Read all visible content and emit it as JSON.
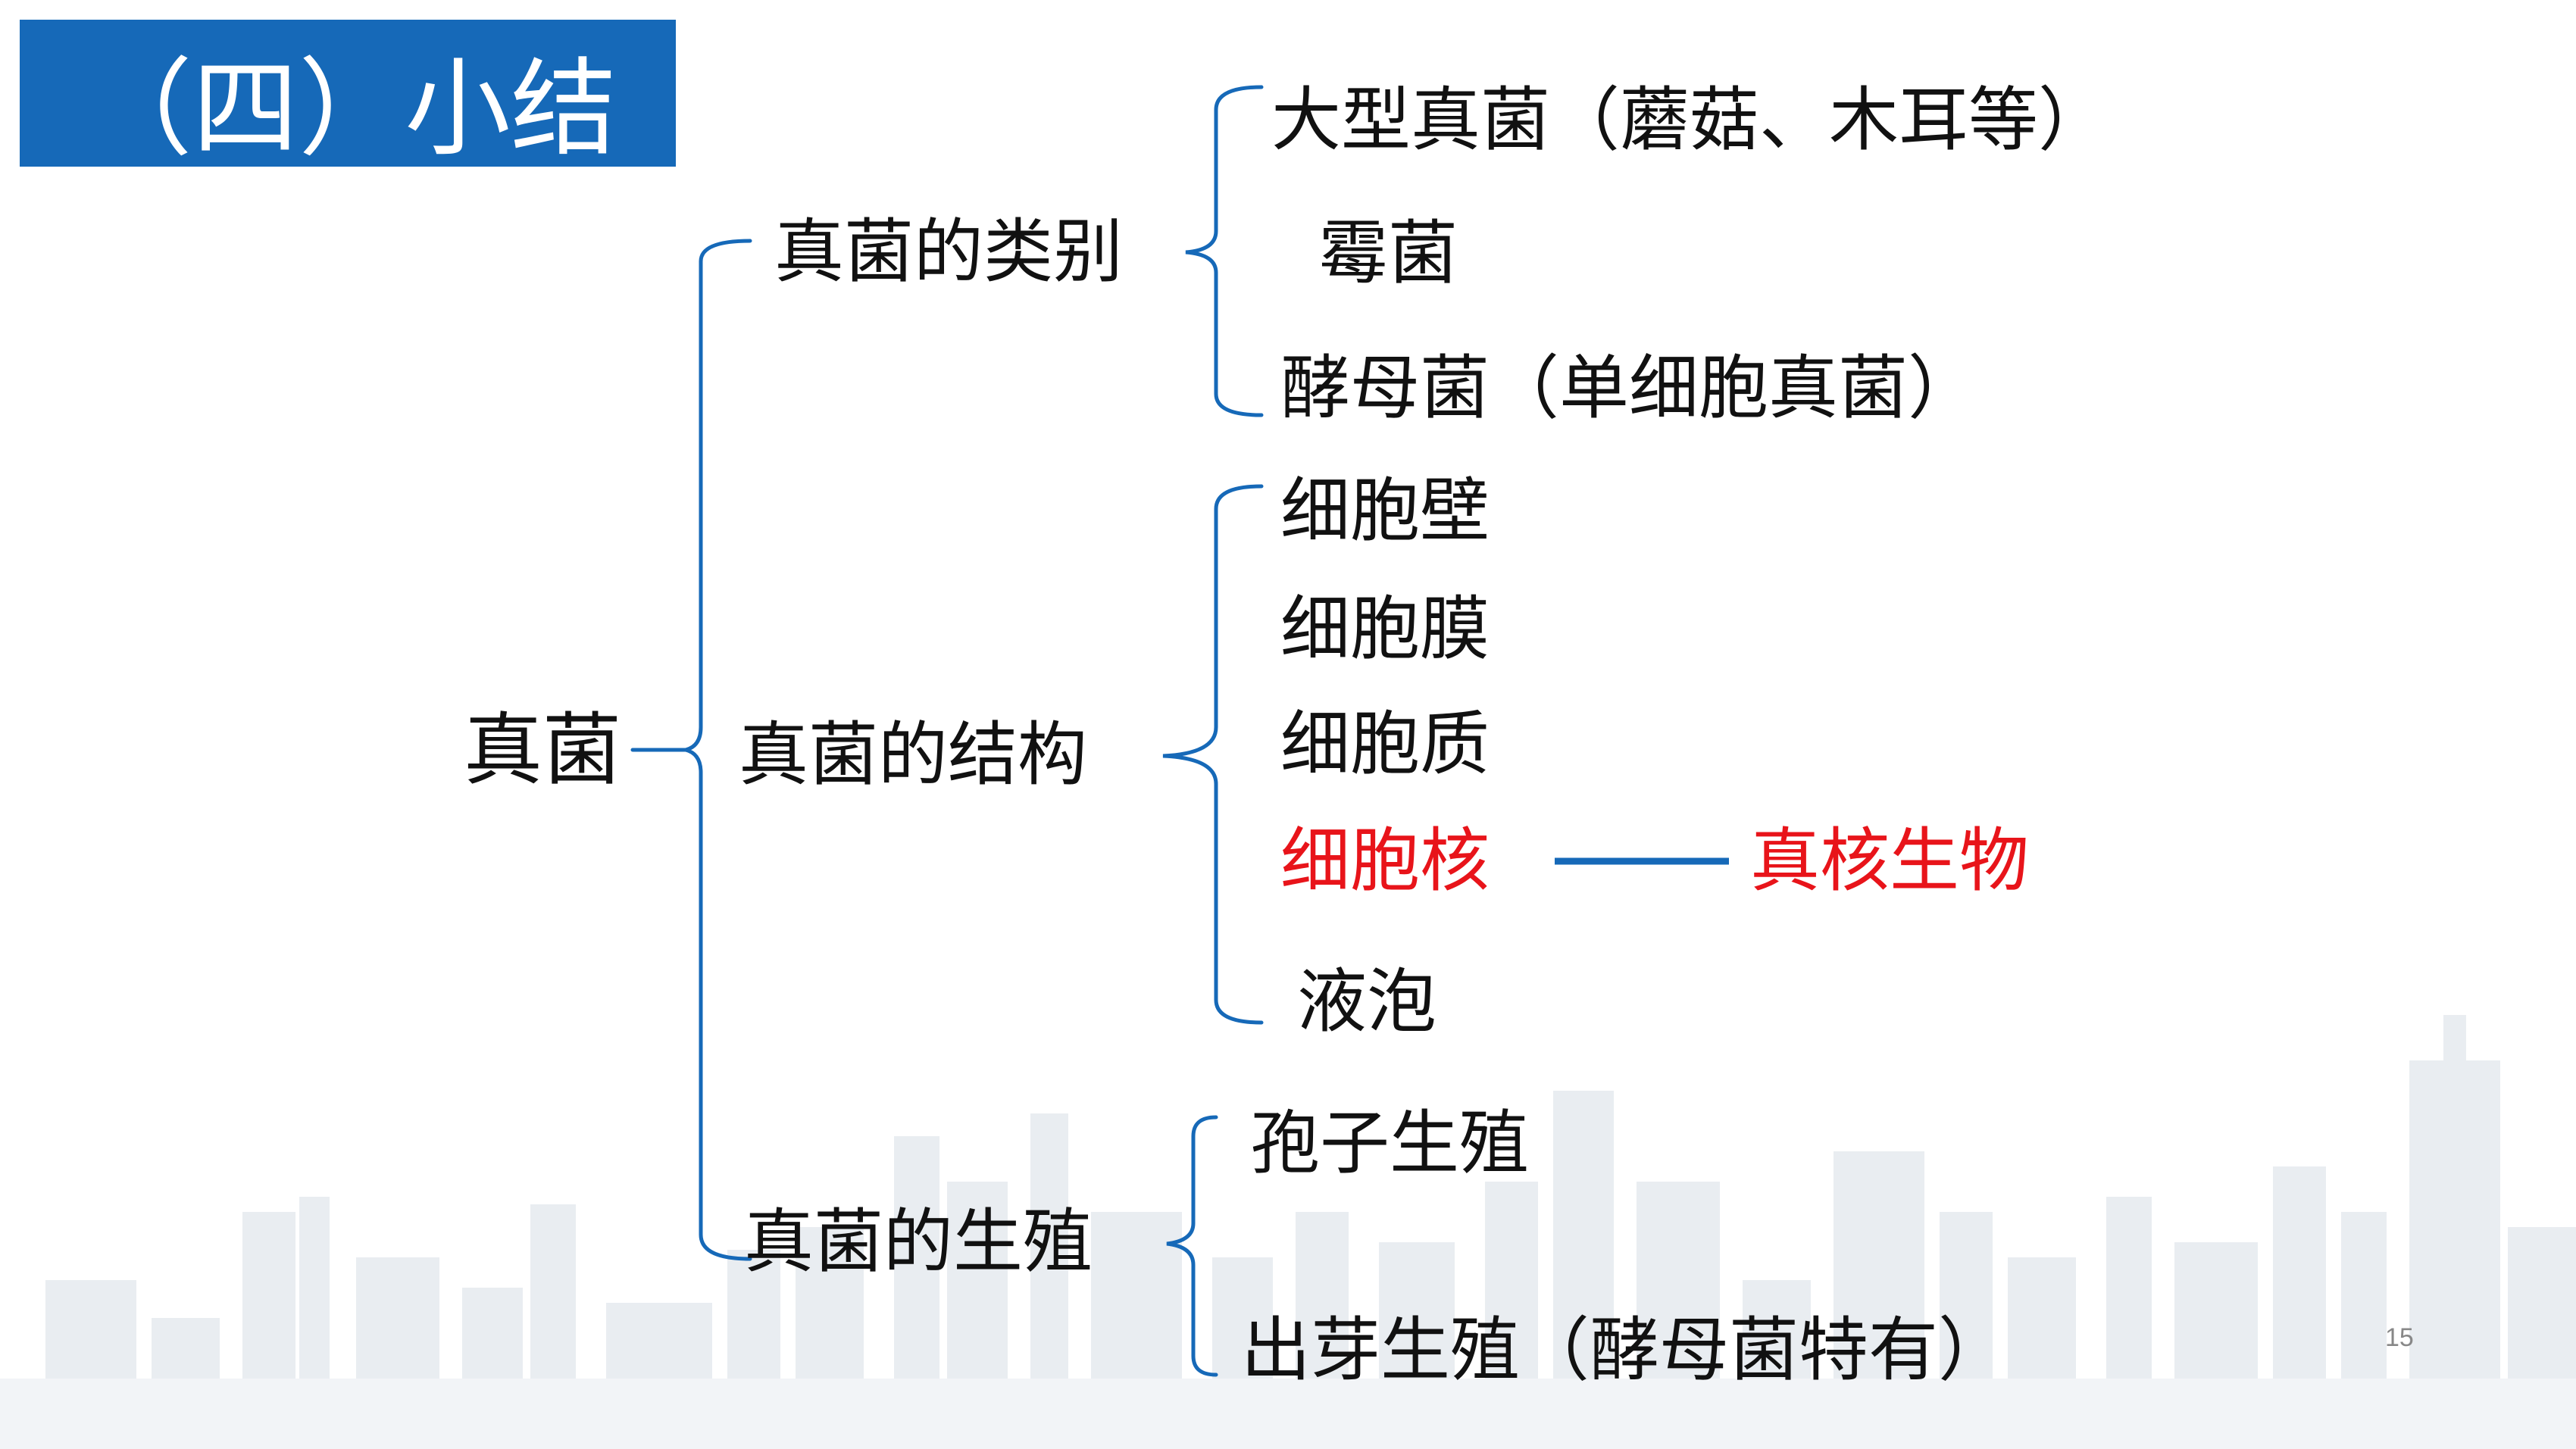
{
  "title": "（四）小结",
  "root": "真菌",
  "categories_branch": {
    "label": "真菌的类别",
    "items": [
      "大型真菌（蘑菇、木耳等）",
      "霉菌",
      "酵母菌（单细胞真菌）"
    ]
  },
  "structure_branch": {
    "label": "真菌的结构",
    "items": [
      "细胞壁",
      "细胞膜",
      "细胞质",
      "细胞核",
      "液泡"
    ],
    "highlight": {
      "item": "细胞核",
      "link_label": "真核生物"
    }
  },
  "reproduction_branch": {
    "label": "真菌的生殖",
    "items": [
      "孢子生殖",
      "出芽生殖（酵母菌特有）"
    ]
  },
  "page_number": "15",
  "colors": {
    "accent": "#1669b8",
    "highlight": "#e8141a",
    "text": "#111111"
  }
}
